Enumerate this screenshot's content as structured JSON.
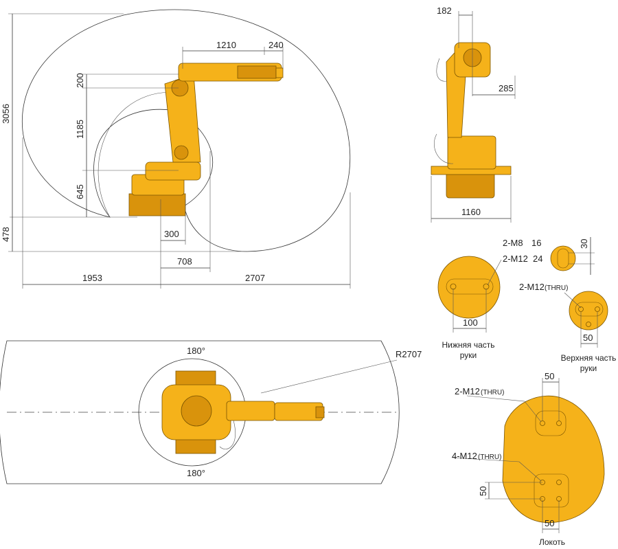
{
  "side_view": {
    "dims": {
      "reach_top": "1210",
      "wrist": "240",
      "upper_offset": "200",
      "arm_length": "1185",
      "base_height": "645",
      "total_height": "3056",
      "floor": "478",
      "base_offset": "300",
      "rear_radius": "708",
      "rear_reach": "1953",
      "front_reach": "2707"
    }
  },
  "front_view": {
    "dims": {
      "top_width": "182",
      "wrist_offset": "285",
      "base_width": "1160"
    }
  },
  "top_view": {
    "angle_top": "180°",
    "angle_bottom": "180°",
    "radius": "R2707"
  },
  "lower_arm_detail": {
    "callout_1": "2-M8",
    "callout_1_depth": "16",
    "callout_2": "2-M12",
    "callout_2_depth": "24",
    "dim_width": "100",
    "caption": "Нижняя часть\nруки"
  },
  "upper_arm_detail": {
    "callout": "2-M12",
    "callout_note": "(THRU)",
    "dim_height": "30",
    "dim_width": "50",
    "caption": "Верхняя часть\nруки"
  },
  "elbow_detail": {
    "callout_1": "2-M12",
    "callout_1_note": "(THRU)",
    "callout_2": "4-M12",
    "callout_2_note": "(THRU)",
    "dim_top": "50",
    "dim_side": "50",
    "dim_bottom": "50",
    "caption": "Локоть"
  },
  "colors": {
    "robot": "#f5b21a",
    "outline": "#7a5400",
    "lines": "#333333"
  }
}
